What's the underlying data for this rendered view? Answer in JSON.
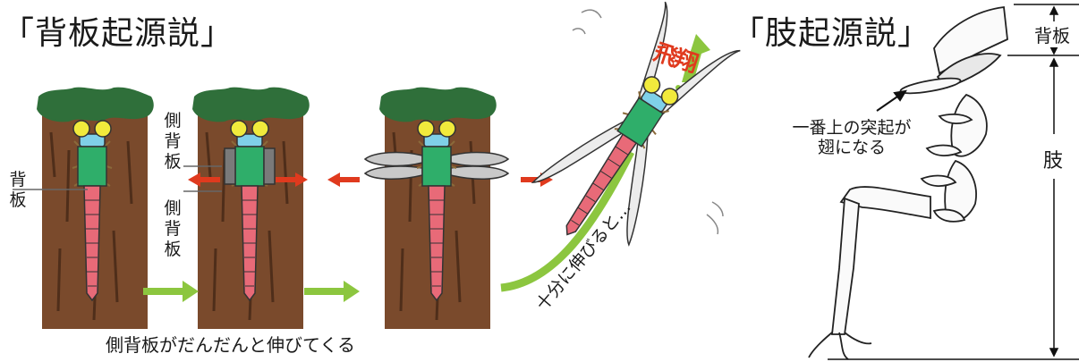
{
  "left_title": "「背板起源説」",
  "right_title": "「肢起源説」",
  "labels": {
    "haiban_chars": [
      "背",
      "板"
    ],
    "sokuhaiban_upper_chars": [
      "側",
      "背",
      "板"
    ],
    "sokuhaiban_lower_chars": [
      "側",
      "背",
      "板"
    ],
    "caption_bottom": "側背板がだんだんと伸びてくる",
    "caption_curve": "十分に伸びると…",
    "hisho_chars": [
      "飛",
      "翔"
    ],
    "top_process": [
      "一番上の突起が",
      "翅になる"
    ],
    "right_haiban": "背板",
    "right_limb": "肢"
  },
  "colors": {
    "tree": "#7a4a2c",
    "tree_dark": "#4f2e1a",
    "leaves": "#2f6f3a",
    "thorax": "#2fae6a",
    "abdomen": "#e86a78",
    "eye": "#f1ea3c",
    "head": "#7fd0e8",
    "arrow_red": "#e03a1e",
    "arrow_green": "#8cc63f",
    "hisho_text": "#e03a1e"
  }
}
